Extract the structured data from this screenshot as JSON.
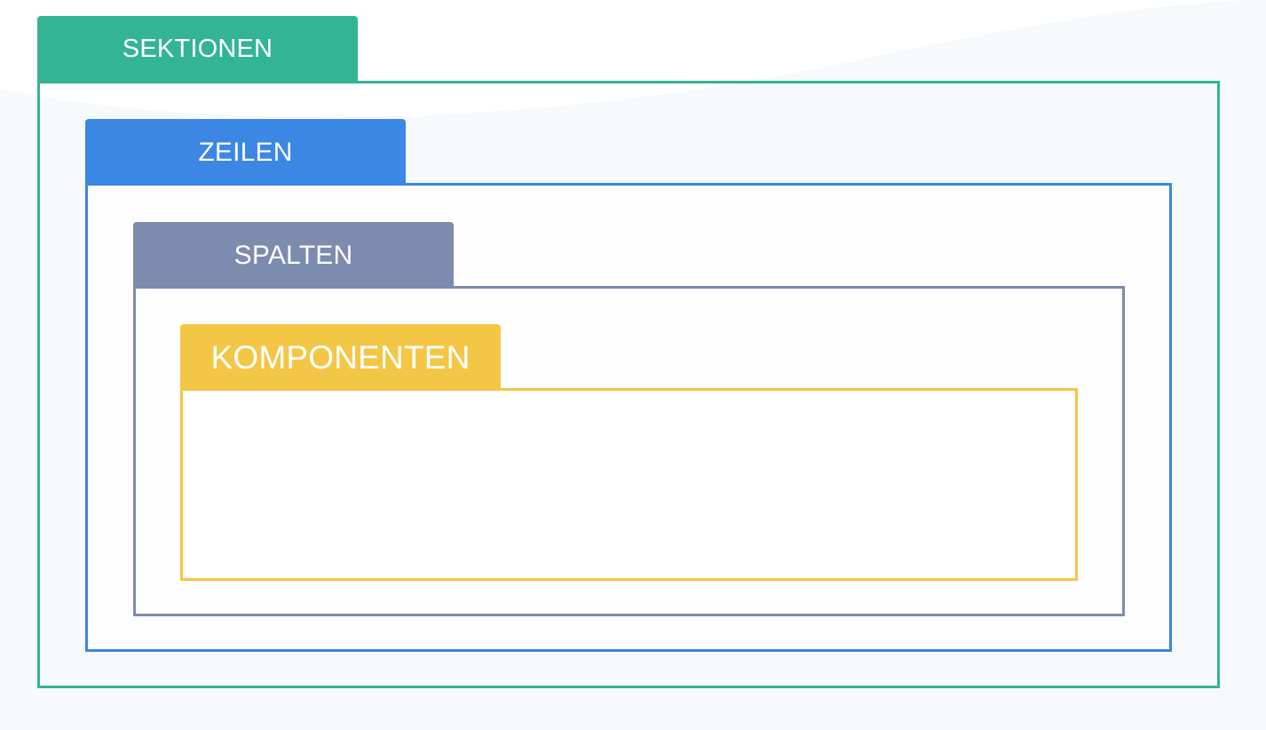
{
  "layers": {
    "section": {
      "label": "SEKTIONEN",
      "color": "#32B495"
    },
    "row": {
      "label": "ZEILEN",
      "color": "#3B87E3"
    },
    "column": {
      "label": "SPALTEN",
      "color": "#7D8BAE"
    },
    "component": {
      "label": "KOMPONENTEN",
      "color": "#F4C645"
    }
  },
  "background": {
    "wave_color": "#F6FAFD"
  }
}
